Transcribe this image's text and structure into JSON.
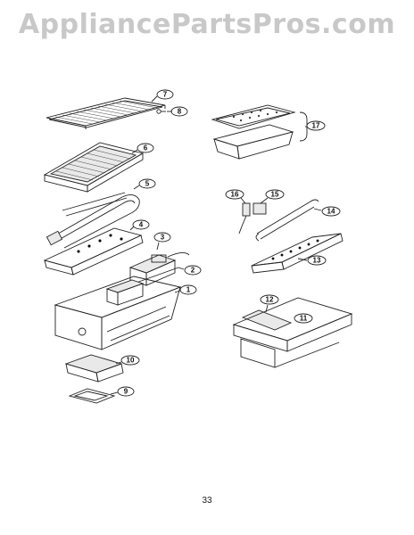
{
  "watermark": "AppliancePartsPros.com",
  "page_number": "33",
  "callouts": [
    "7",
    "8",
    "6",
    "5",
    "4",
    "3",
    "2",
    "1",
    "10",
    "9",
    "17",
    "16",
    "15",
    "14",
    "13",
    "12",
    "11"
  ]
}
